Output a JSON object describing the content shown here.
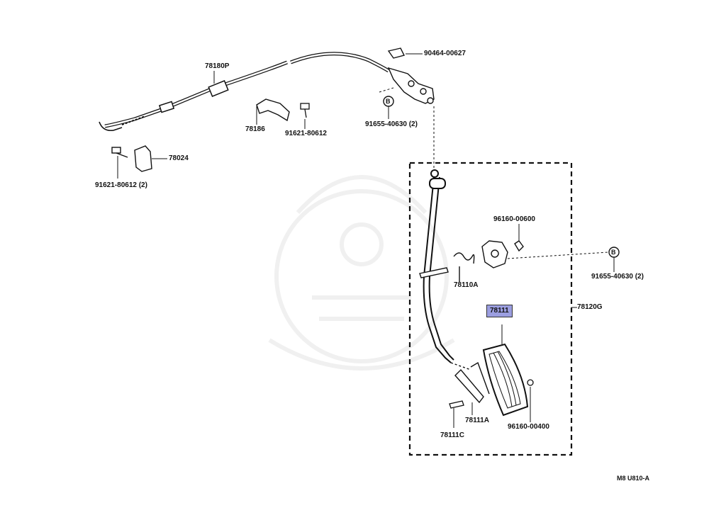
{
  "diagram": {
    "labels": {
      "p78180P": "78180P",
      "p90464": "90464-00627",
      "p78186": "78186",
      "p91621a": "91621-80612",
      "p91655a": "91655-40630 (2)",
      "p78024": "78024",
      "p91621b": "91621-80612 (2)",
      "p96160a": "96160-00600",
      "p91655b": "91655-40630 (2)",
      "p78110A": "78110A",
      "p78111": "78111",
      "p78120G": "78120G",
      "p78111A": "78111A",
      "p96160b": "96160-00400",
      "p78111C": "78111C",
      "calloutB": "B",
      "footer": "M8 U810-A"
    },
    "highlight_color": "#9b9ee0"
  }
}
